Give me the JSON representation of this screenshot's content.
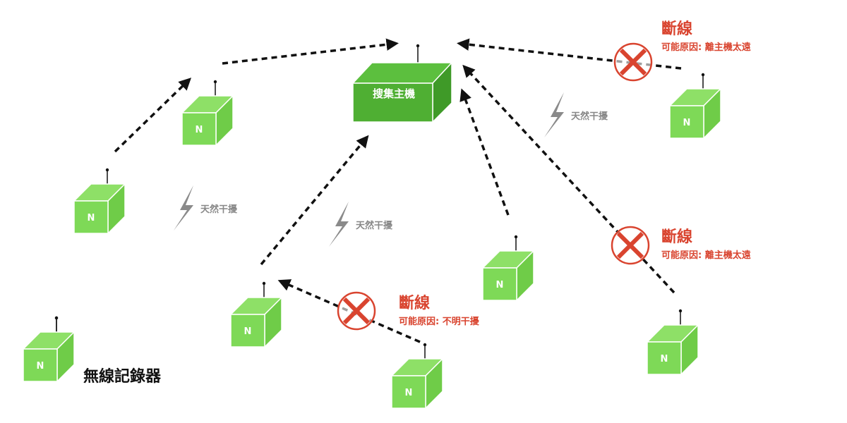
{
  "colors": {
    "node_front": "#7ed957",
    "node_top": "#8ee067",
    "node_side": "#6fcc48",
    "host_front": "#4faf33",
    "host_top": "#5cbf3e",
    "host_side": "#3f9a28",
    "fail": "#d9442f",
    "interference": "#8a8a8a",
    "link": "#111111"
  },
  "host": {
    "label": "搜集主機"
  },
  "node_label": "N",
  "legend": {
    "label": "無線記錄器"
  },
  "nodes": [
    {
      "id": "n1",
      "label": "N"
    },
    {
      "id": "n2",
      "label": "N"
    },
    {
      "id": "n3",
      "label": "N"
    },
    {
      "id": "n4",
      "label": "N"
    },
    {
      "id": "n5",
      "label": "N"
    },
    {
      "id": "n6",
      "label": "N"
    },
    {
      "id": "n7",
      "label": "N"
    },
    {
      "id": "n8",
      "label": "N"
    }
  ],
  "interference": [
    {
      "label": "天然干擾"
    },
    {
      "label": "天然干擾"
    },
    {
      "label": "天然干擾"
    }
  ],
  "failures": [
    {
      "title": "斷線",
      "reason": "可能原因: 離主機太遠"
    },
    {
      "title": "斷線",
      "reason": "可能原因: 離主機太遠"
    },
    {
      "title": "斷線",
      "reason": "可能原因: 不明干擾"
    }
  ]
}
